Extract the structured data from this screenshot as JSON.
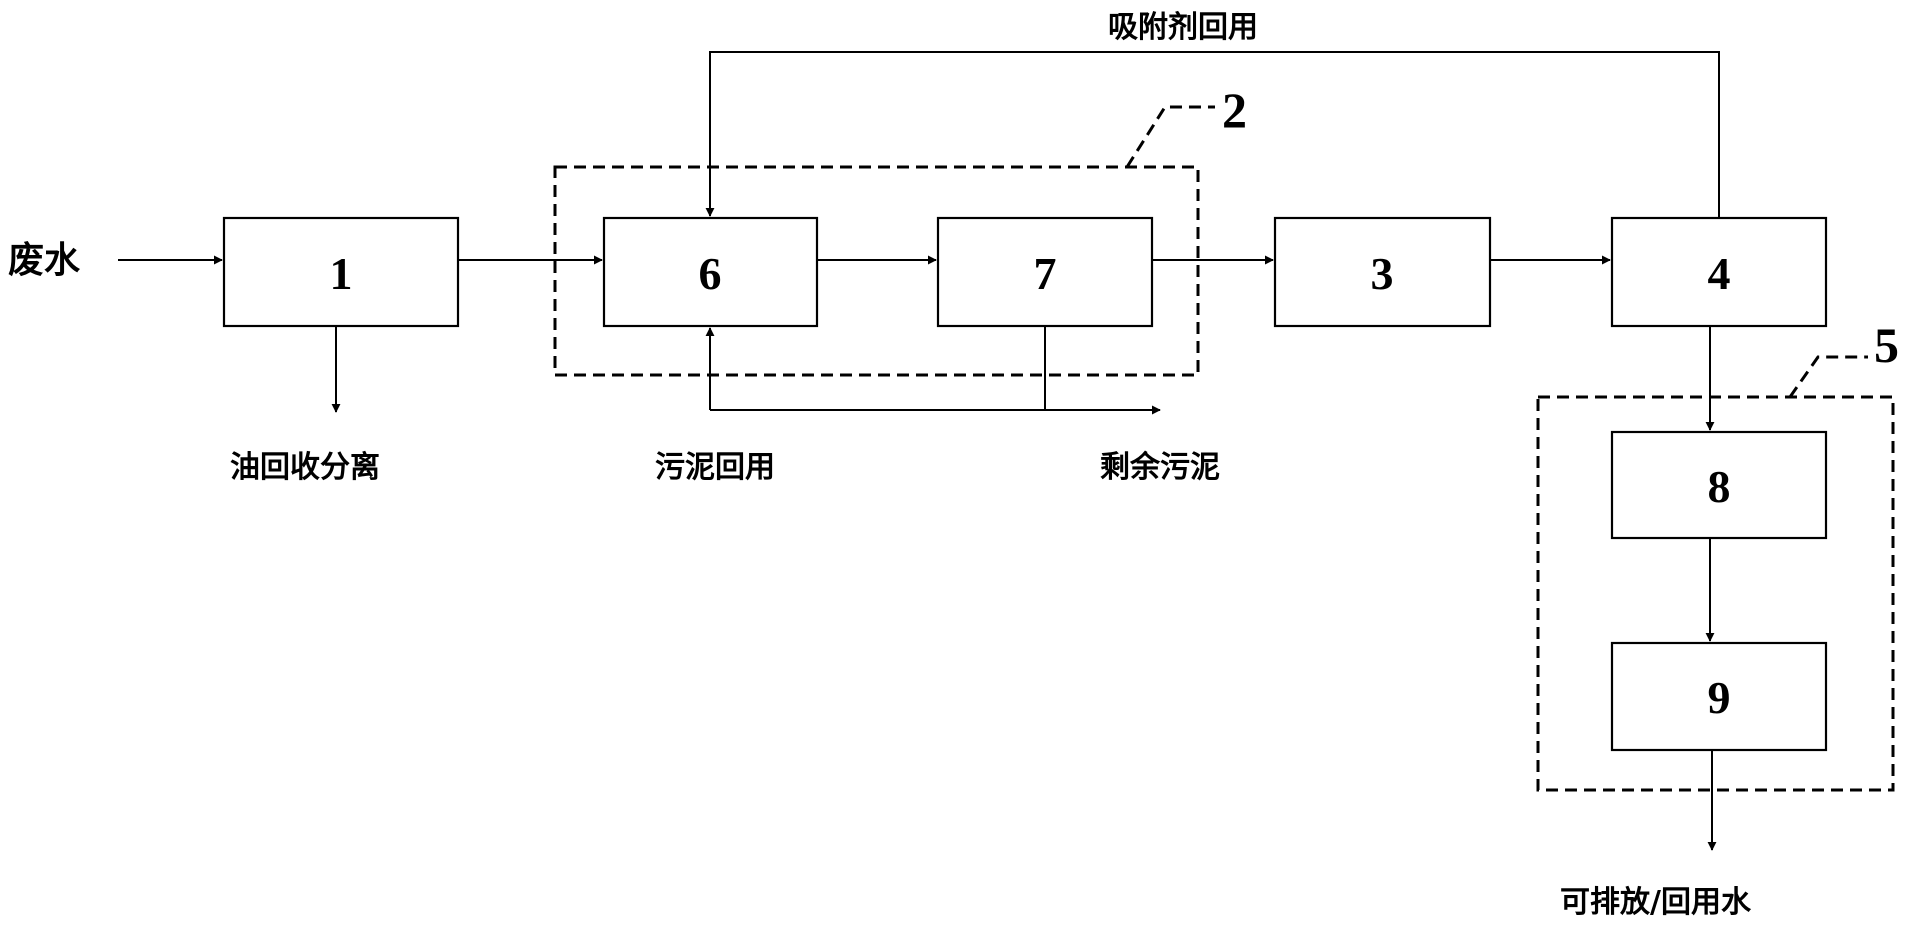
{
  "diagram": {
    "boxes": {
      "b1": "1",
      "b3": "3",
      "b4": "4",
      "b6": "6",
      "b7": "7",
      "b8": "8",
      "b9": "9"
    },
    "groups": {
      "g2": "2",
      "g5": "5"
    },
    "labels": {
      "inflow": "废水",
      "oil_recovery": "油回收分离",
      "sludge_reuse": "污泥回用",
      "excess_sludge": "剩余污泥",
      "adsorbent_reuse": "吸附剂回用",
      "outflow": "可排放/回用水"
    }
  }
}
